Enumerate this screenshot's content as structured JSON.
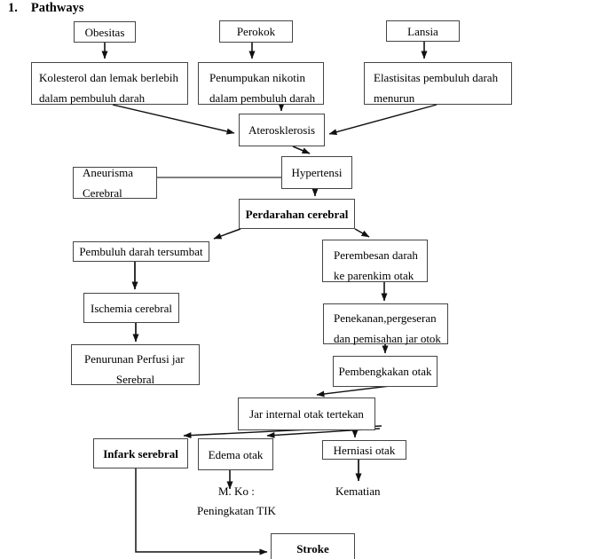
{
  "title": {
    "number": "1.",
    "text": "Pathways"
  },
  "nodes": {
    "obesitas": {
      "label": "Obesitas"
    },
    "perokok": {
      "label": "Perokok"
    },
    "lansia": {
      "label": "Lansia"
    },
    "kolesterol": {
      "line1": "Kolesterol dan lemak berlebih",
      "line2": "dalam pembuluh darah"
    },
    "penumpukan": {
      "line1": "Penumpukan nikotin",
      "line2": "dalam pembuluh darah"
    },
    "elastisitas": {
      "line1": "Elastisitas pembuluh darah",
      "line2": "menurun"
    },
    "aterosklerosis": {
      "label": "Aterosklerosis"
    },
    "hypertensi": {
      "label": "Hypertensi"
    },
    "aneurisma": {
      "line1": "Aneurisma",
      "line2": "Cerebral"
    },
    "perdarahan": {
      "label": "Perdarahan cerebral"
    },
    "tersumbat": {
      "label": "Pembuluh darah tersumbat"
    },
    "perembesan": {
      "line1": "Perembesan darah",
      "line2": "ke parenkim otak"
    },
    "ischemia": {
      "label": "Ischemia cerebral"
    },
    "penekanan": {
      "line1": "Penekanan,pergeseran",
      "line2": "dan pemisahan jar otok"
    },
    "penurunan": {
      "line1": "Penurunan Perfusi jar",
      "line2": "Serebral"
    },
    "pembengkakan": {
      "label": "Pembengkakan otak"
    },
    "jar_internal": {
      "label": "Jar internal otak tertekan"
    },
    "infark": {
      "label": "Infark serebral"
    },
    "edema": {
      "label": "Edema otak"
    },
    "herniasi": {
      "label": "Herniasi otak"
    },
    "stroke": {
      "label": "Stroke"
    }
  },
  "labels": {
    "mko": "M. Ko :",
    "peningkatan_tik": "Peningkatan TIK",
    "kematian": "Kematian"
  },
  "colors": {
    "background": "#ffffff",
    "box_border": "#454545",
    "text": "#000000",
    "arrow": "#111111"
  }
}
